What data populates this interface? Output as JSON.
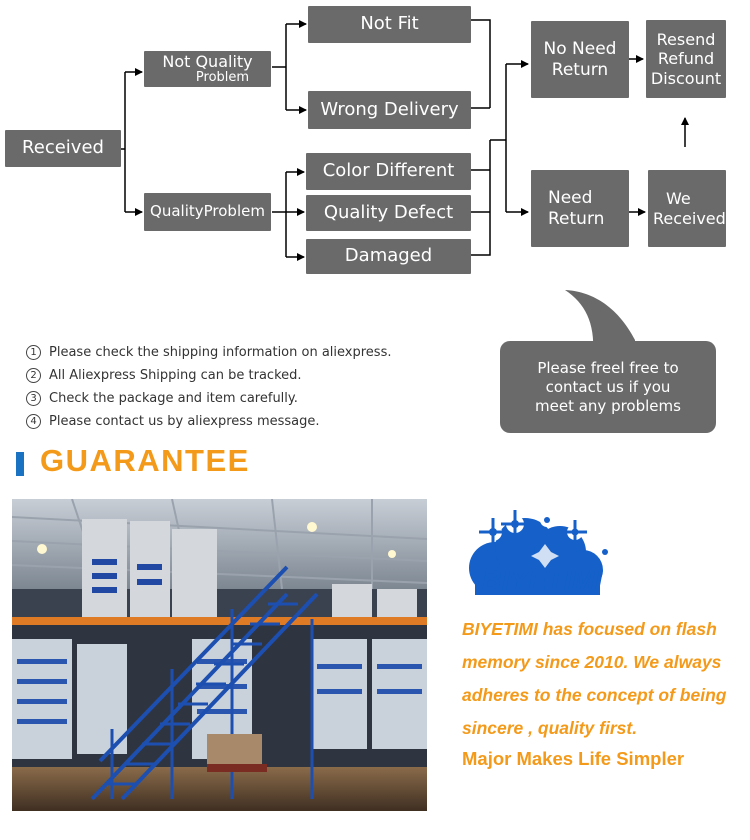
{
  "flowchart": {
    "received": "Received",
    "not_quality_problem": [
      "Not Quality",
      "Problem"
    ],
    "quality_problem": "QualityProblem",
    "not_fit": "Not Fit",
    "wrong_delivery": "Wrong Delivery",
    "color_different": "Color Different",
    "quality_defect": "Quality Defect",
    "damaged": "Damaged",
    "no_need_return": [
      "No Need",
      "Return"
    ],
    "need_return": [
      "Need",
      "Return"
    ],
    "resend_refund_discount": [
      "Resend",
      "Refund",
      "Discount"
    ],
    "we_received": [
      "We",
      "Received"
    ]
  },
  "bubble": {
    "lines": [
      "Please freel free to",
      "contact us if you",
      "meet any problems"
    ]
  },
  "instructions": [
    {
      "number": "1",
      "text": "Please check the shipping information on aliexpress."
    },
    {
      "number": "2",
      "text": "All Aliexpress Shipping can be tracked."
    },
    {
      "number": "3",
      "text": "Check the package and item carefully."
    },
    {
      "number": "4",
      "text": "Please contact us by aliexpress message."
    }
  ],
  "guarantee": {
    "title": "GUARANTEE"
  },
  "brand": {
    "logo_text": "BIYETIMI",
    "about_lines": [
      "BIYETIMI has focused on flash",
      "memory since 2010. We always",
      "adheres to the concept of being",
      "sincere , quality first."
    ],
    "slogan": "Major Makes Life Simpler"
  },
  "colors": {
    "box": "#6a6a6a",
    "orange": "#f49a1a",
    "blue": "#1a73c2",
    "logo_blue": "#1560c9"
  },
  "icons": {
    "arrow": "arrow-icon",
    "logo": "gear-cloud-logo-icon"
  }
}
